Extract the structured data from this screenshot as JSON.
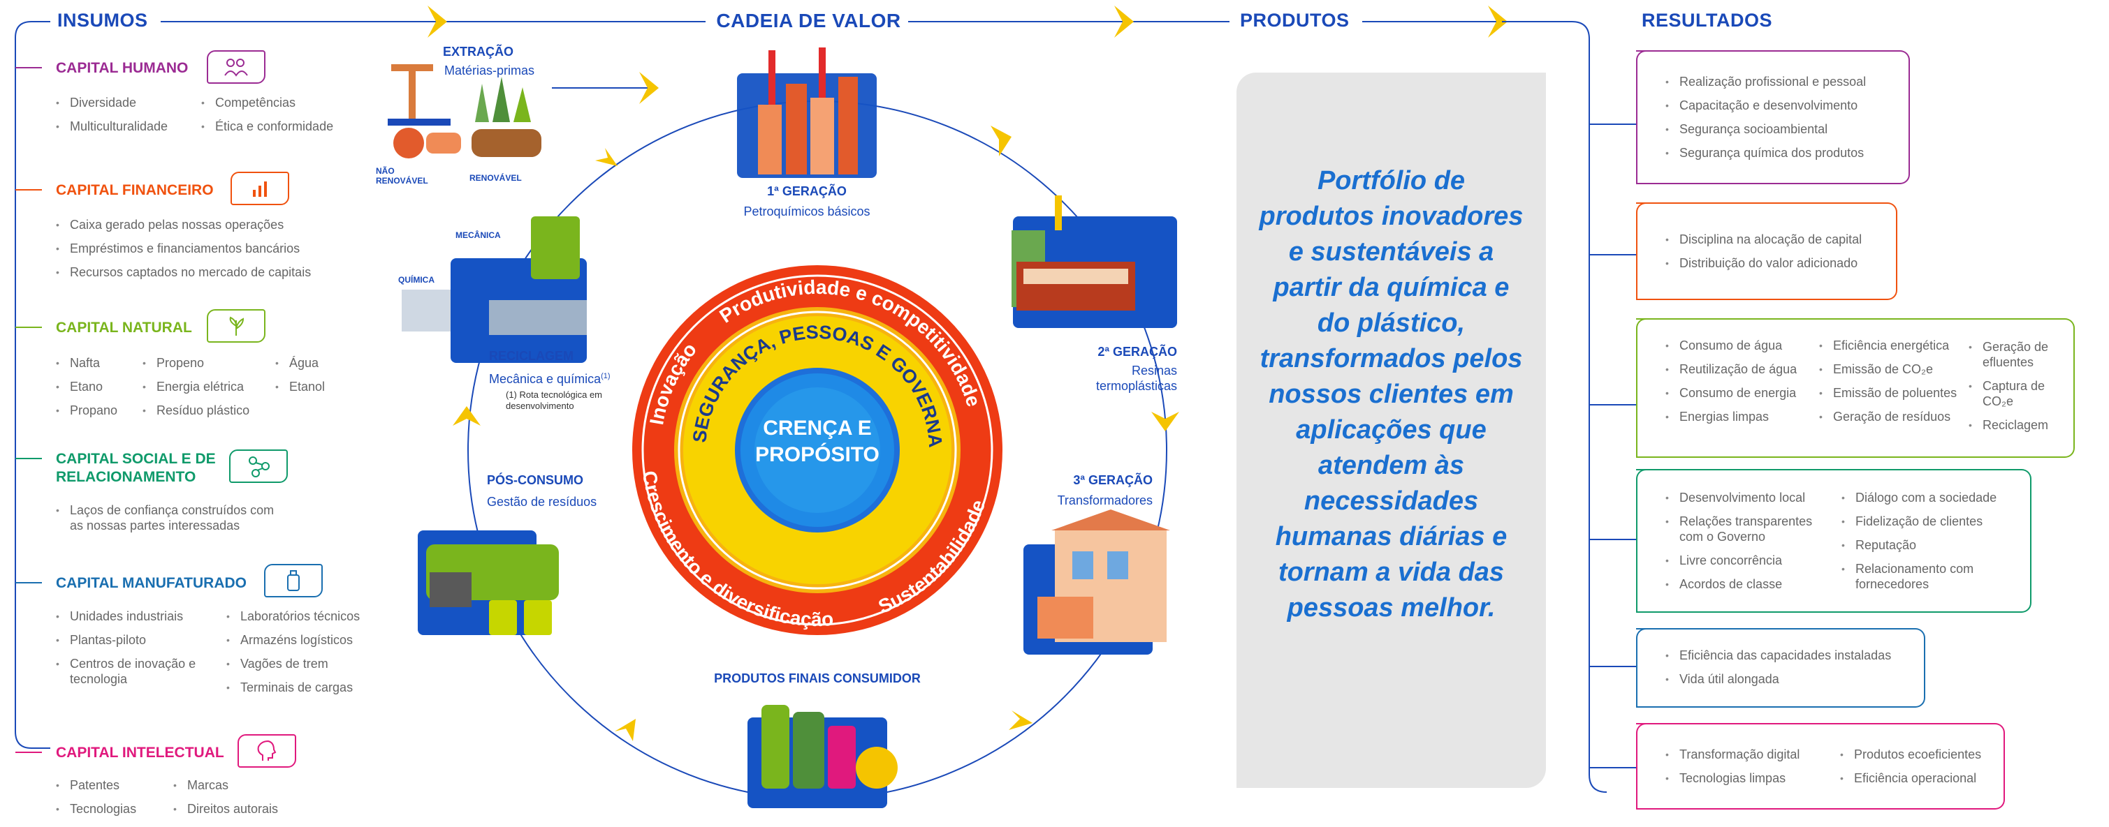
{
  "headers": {
    "insumos": "INSUMOS",
    "cadeia": "CADEIA DE VALOR",
    "produtos": "PRODUTOS",
    "resultados": "RESULTADOS"
  },
  "colors": {
    "humano": "#9b2b93",
    "financeiro": "#f0520f",
    "natural": "#7ab51d",
    "social": "#0f9a6a",
    "manufaturado": "#1a6fb0",
    "intelectual": "#e0197d",
    "blue": "#1a49b8",
    "yellow": "#f5c400"
  },
  "capitais": [
    {
      "name": "CAPITAL HUMANO",
      "icon": "people-icon",
      "col1": [
        "Diversidade",
        "Multiculturalidade"
      ],
      "col2": [
        "Competências",
        "Ética e conformidade"
      ]
    },
    {
      "name": "CAPITAL FINANCEIRO",
      "icon": "chart-icon",
      "col1": [
        "Caixa gerado pelas nossas operações",
        "Empréstimos e financiamentos bancários",
        "Recursos captados no mercado de capitais"
      ]
    },
    {
      "name": "CAPITAL NATURAL",
      "icon": "leaf-icon",
      "col1": [
        "Nafta",
        "Etano",
        "Propano"
      ],
      "col2": [
        "Propeno",
        "Energia elétrica",
        "Resíduo plástico"
      ],
      "col3": [
        "Água",
        "Etanol"
      ]
    },
    {
      "name": "CAPITAL SOCIAL E DE RELACIONAMENTO",
      "icon": "network-icon",
      "col1": [
        "Laços de confiança construídos com as nossas partes interessadas"
      ]
    },
    {
      "name": "CAPITAL MANUFATURADO",
      "icon": "bottle-icon",
      "col1": [
        "Unidades industriais",
        "Plantas-piloto",
        "Centros de inovação e tecnologia"
      ],
      "col2": [
        "Laboratórios técnicos",
        "Armazéns logísticos",
        "Vagões de trem",
        "Terminais de cargas"
      ]
    },
    {
      "name": "CAPITAL INTELECTUAL",
      "icon": "idea-head-icon",
      "col1": [
        "Patentes",
        "Tecnologias"
      ],
      "col2": [
        "Marcas",
        "Direitos autorais"
      ]
    }
  ],
  "stages": {
    "extracao": {
      "name": "EXTRAÇÃO",
      "sub": "Matérias-primas",
      "nao_renovavel": "NÃO RENOVÁVEL",
      "renovavel": "RENOVÁVEL"
    },
    "g1": {
      "name": "1ª GERAÇÃO",
      "sub": "Petroquímicos básicos"
    },
    "g2": {
      "name": "2ª GERAÇÃO",
      "sub": "Resinas termoplásticas"
    },
    "g3": {
      "name": "3ª GERAÇÃO",
      "sub": "Transformadores"
    },
    "finais": {
      "name": "PRODUTOS FINAIS CONSUMIDOR"
    },
    "pos": {
      "name": "PÓS-CONSUMO",
      "sub": "Gestão de resíduos"
    },
    "recic": {
      "name": "RECICLAGEM",
      "sub": "Mecânica e química",
      "sup": "(1)",
      "note": "(1) Rota tecnológica em desenvolvimento",
      "mecanica": "MECÂNICA",
      "quimica": "QUÍMICA"
    }
  },
  "center": {
    "core": "CRENÇA E PROPÓSITO",
    "ring_inner": "SEGURANÇA, PESSOAS E GOVERNANÇA",
    "ring_outer": [
      "Inovação",
      "Produtividade e competitividade",
      "Sustentabilidade",
      "Crescimento e diversificação"
    ]
  },
  "produto_text": "Portfólio de produtos inovadores e sustentáveis a partir da química e do plástico, transformados pelos nossos clientes em aplicações que atendem às necessidades humanas diárias e tornam a vida das pessoas melhor.",
  "resultados": [
    {
      "col1": [
        "Realização profissional e pessoal",
        "Capacitação e desenvolvimento",
        "Segurança socioambiental",
        "Segurança química dos produtos"
      ]
    },
    {
      "col1": [
        "Disciplina na alocação de capital",
        "Distribuição do valor adicionado"
      ]
    },
    {
      "col1": [
        "Consumo de água",
        "Reutilização de água",
        "Consumo de energia",
        "Energias limpas"
      ],
      "col2": [
        "Eficiência energética",
        "Emissão de CO₂e",
        "Emissão de poluentes",
        "Geração de resíduos"
      ],
      "col3": [
        "Geração de efluentes",
        "Captura de CO₂e",
        "Reciclagem"
      ]
    },
    {
      "col1": [
        "Desenvolvimento local",
        "Relações transparentes com o Governo",
        "Livre concorrência",
        "Acordos de classe"
      ],
      "col2": [
        "Diálogo com a sociedade",
        "Fidelização de clientes",
        "Reputação",
        "Relacionamento com fornecedores"
      ]
    },
    {
      "col1": [
        "Eficiência das capacidades instaladas",
        "Vida útil alongada"
      ]
    },
    {
      "col1": [
        "Transformação digital",
        "Tecnologias limpas"
      ],
      "col2": [
        "Produtos ecoeficientes",
        "Eficiência operacional"
      ]
    }
  ]
}
